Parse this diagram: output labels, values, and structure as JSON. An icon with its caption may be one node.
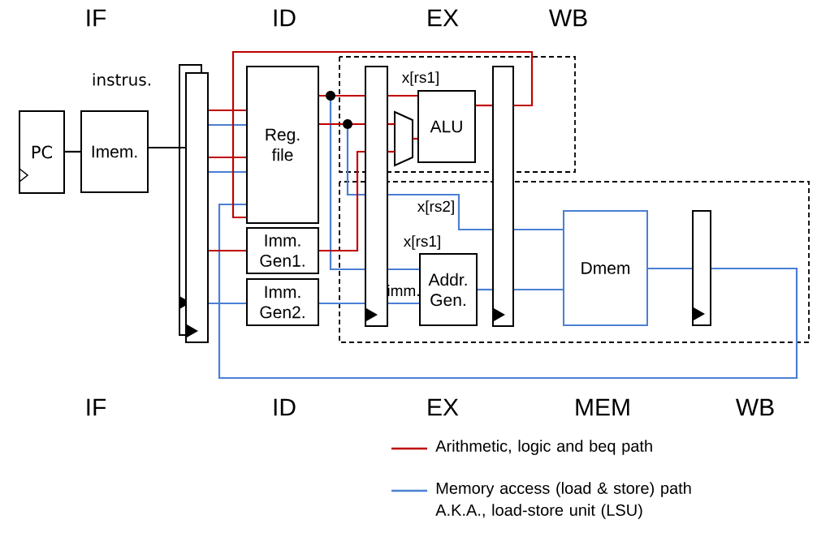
{
  "diagram": {
    "nodes": [
      {
        "text": [
          "PC"
        ]
      },
      {
        "text": [
          "Imem."
        ]
      },
      {
        "text": [],
        "shape": "bar"
      },
      {
        "text": [
          "Reg. file"
        ]
      },
      {
        "text": [
          "Imm. Gen1."
        ]
      },
      {
        "text": [
          "Imm. Gen2."
        ]
      },
      {
        "text": [],
        "shape": "bar"
      },
      {
        "text": [],
        "shape": "trapezoid"
      },
      {
        "text": [
          "ALU"
        ]
      },
      {
        "text": [
          "Addr. Gen."
        ]
      },
      {
        "text": [],
        "shape": "bar"
      },
      {
        "text": [
          "Dmem"
        ]
      },
      {
        "text": [],
        "shape": "bar"
      }
    ],
    "edges": [
      {
        "from": 0,
        "to": 1,
        "arrow": "none",
        "color": "#000000"
      },
      {
        "from": 1,
        "to": 2,
        "arrow": "none",
        "color": "#000000"
      },
      {
        "from": 2,
        "to": 3,
        "arrow": "none",
        "color": "#c00000"
      },
      {
        "from": 2,
        "to": 3,
        "arrow": "none",
        "color": "#4a7fd4"
      },
      {
        "from": 2,
        "to": 3,
        "arrow": "none",
        "color": "#c00000"
      },
      {
        "from": 2,
        "to": 3,
        "arrow": "none",
        "color": "#4a7fd4"
      },
      {
        "from": 2,
        "to": 4,
        "arrow": "none",
        "color": "#c00000"
      },
      {
        "from": 2,
        "to": 5,
        "arrow": "none",
        "color": "#4a7fd4"
      },
      {
        "from": 10,
        "to": 3,
        "arrow": "none",
        "color": "#c00000"
      },
      {
        "from": 12,
        "to": 3,
        "arrow": "none",
        "color": "#4a7fd4"
      },
      {
        "from": 11,
        "to": 12,
        "arrow": "none",
        "color": "#4a7fd4"
      },
      {
        "from": 3,
        "to": 6,
        "arrow": "none",
        "color": "#c00000"
      },
      {
        "from": 3,
        "to": 6,
        "arrow": "none",
        "color": "#c00000"
      },
      {
        "from": 4,
        "to": 6,
        "arrow": "none",
        "color": "#c00000"
      },
      {
        "from": 3,
        "to": 6,
        "arrow": "none",
        "color": "#4a7fd4"
      },
      {
        "from": 3,
        "to": 6,
        "arrow": "none",
        "color": "#4a7fd4"
      },
      {
        "from": 5,
        "to": 6,
        "arrow": "none",
        "color": "#4a7fd4"
      },
      {
        "from": 6,
        "to": 8,
        "arrow": "none",
        "color": "#c00000",
        "label": "x[rs1]"
      },
      {
        "from": 6,
        "to": 7,
        "arrow": "none",
        "color": "#c00000"
      },
      {
        "from": 6,
        "to": 7,
        "arrow": "none",
        "color": "#c00000"
      },
      {
        "from": 7,
        "to": 8,
        "arrow": "none",
        "color": "#c00000"
      },
      {
        "from": 8,
        "to": 10,
        "arrow": "none",
        "color": "#c00000"
      },
      {
        "from": 6,
        "to": 10,
        "arrow": "none",
        "color": "#4a7fd4",
        "label": "x[rs2]"
      },
      {
        "from": 6,
        "to": 9,
        "arrow": "none",
        "color": "#4a7fd4",
        "label": "x[rs1]"
      },
      {
        "from": 6,
        "to": 9,
        "arrow": "none",
        "color": "#4a7fd4",
        "label": "imm."
      },
      {
        "from": 9,
        "to": 10,
        "arrow": "none",
        "color": "#4a7fd4"
      },
      {
        "from": 10,
        "to": 11,
        "arrow": "none",
        "color": "#4a7fd4"
      },
      {
        "from": 10,
        "to": 11,
        "arrow": "none",
        "color": "#4a7fd4"
      }
    ],
    "labels": [
      "IF",
      "ID",
      "EX",
      "WB",
      "instrus.",
      "IF",
      "ID",
      "EX",
      "MEM",
      "WB"
    ],
    "legend": [
      {
        "text": "Arithmetic, logic and beq path"
      },
      {
        "text": "Memory access (load & store) path A.K.A., load-store unit (LSU)"
      }
    ]
  }
}
